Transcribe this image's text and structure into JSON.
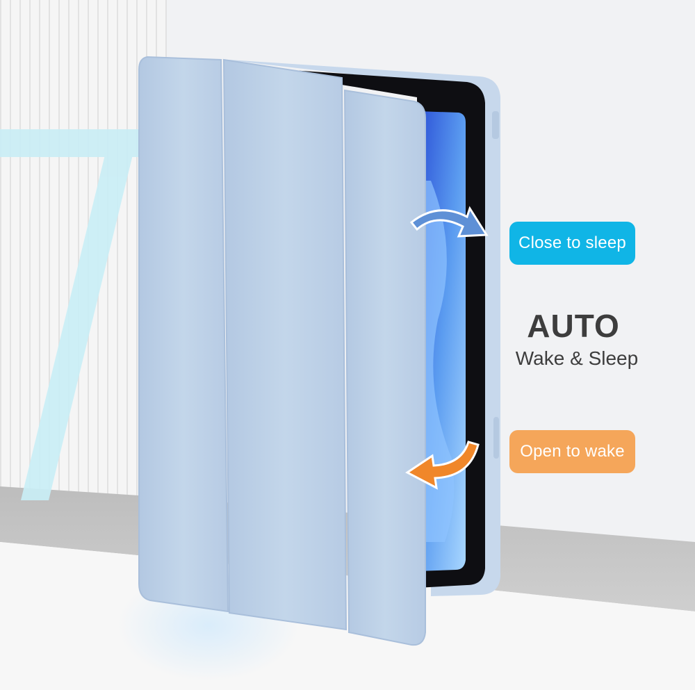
{
  "feature": {
    "title": "AUTO",
    "subtitle": "Wake & Sleep"
  },
  "labels": {
    "close": "Close to sleep",
    "open": "Open to wake"
  },
  "colors": {
    "close_pill": "#10b5e6",
    "open_pill": "#f5a65a",
    "case_blue": "#bcd0e6",
    "text_dark": "#3d3d3d"
  },
  "icons": {
    "close_arrow": "arrow-curved-right-icon",
    "open_arrow": "arrow-curved-left-icon"
  }
}
